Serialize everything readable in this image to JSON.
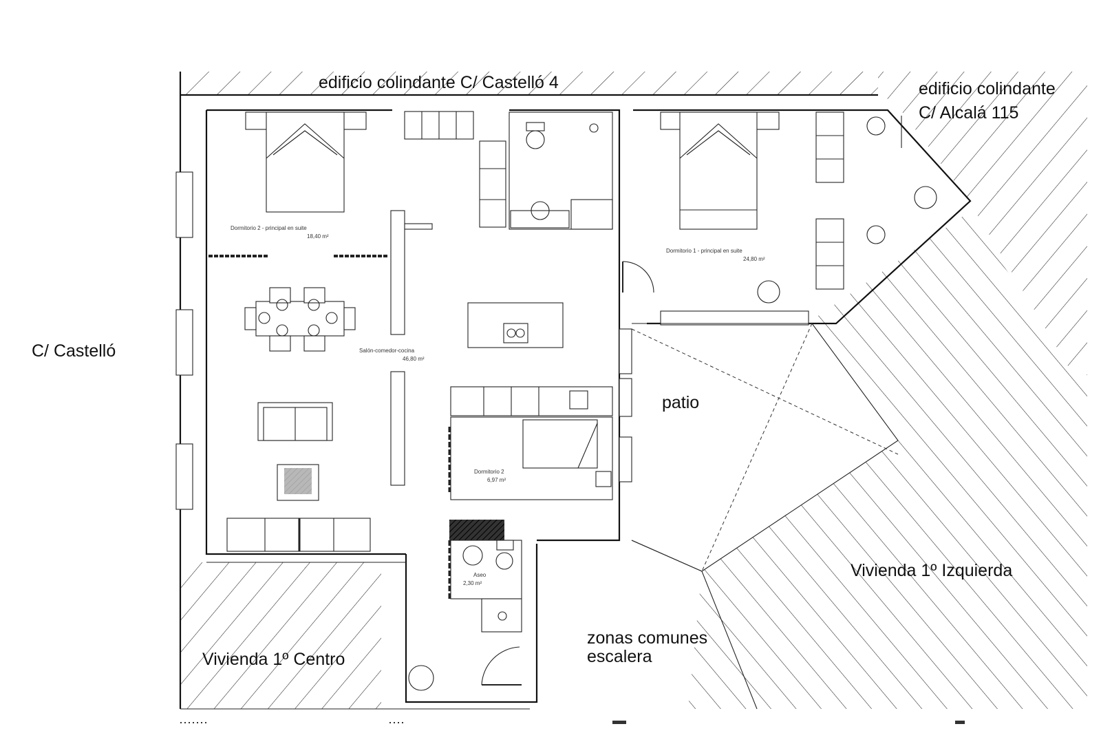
{
  "labels": {
    "north_neighbor": "edificio colindante C/ Castelló 4",
    "ne_neighbor_line1": "edificio colindante",
    "ne_neighbor_line2": "C/ Alcalá 115",
    "west_street": "C/ Castelló",
    "patio": "patio",
    "common_line1": "zonas comunes",
    "common_line2": "escalera",
    "flat_centre": "Vivienda 1º Centro",
    "flat_left": "Vivienda 1º Izquierda"
  },
  "rooms": {
    "bedroom_main_left_name": "Dormitorio 2 - principal en suite",
    "bedroom_main_left_area": "18,40 m²",
    "bedroom_main_right_name": "Dormitorio 1 - principal en suite",
    "bedroom_main_right_area": "24,80 m²",
    "living_name": "Salón-comedor-cocina",
    "living_area": "46,80 m²",
    "bedroom_small_name": "Dormitorio 2",
    "bedroom_small_area": "6,97 m²",
    "toilet_name": "Aseo",
    "toilet_area": "2,30 m²"
  }
}
